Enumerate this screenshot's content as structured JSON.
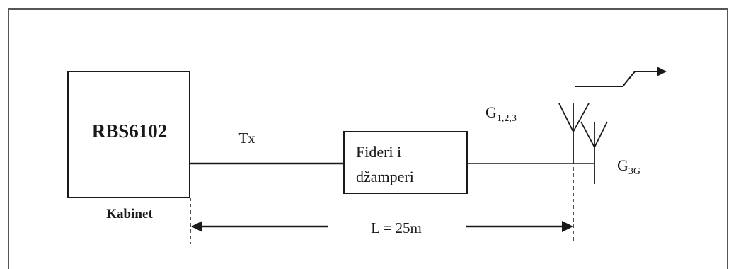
{
  "cabinet": {
    "model": "RBS6102",
    "caption": "Kabinet"
  },
  "link": {
    "tx_label": "Tx"
  },
  "feeder_box": {
    "line1": "Fideri i",
    "line2": "džamperi"
  },
  "antennas": {
    "main_gain_base": "G",
    "main_gain_sub": "1,2,3",
    "threeg_gain_base": "G",
    "threeg_gain_sub": "3G"
  },
  "distance": {
    "label": "L = 25m"
  },
  "colors": {
    "stroke": "#1a1a1a",
    "frame": "#555555",
    "background": "#ffffff"
  }
}
